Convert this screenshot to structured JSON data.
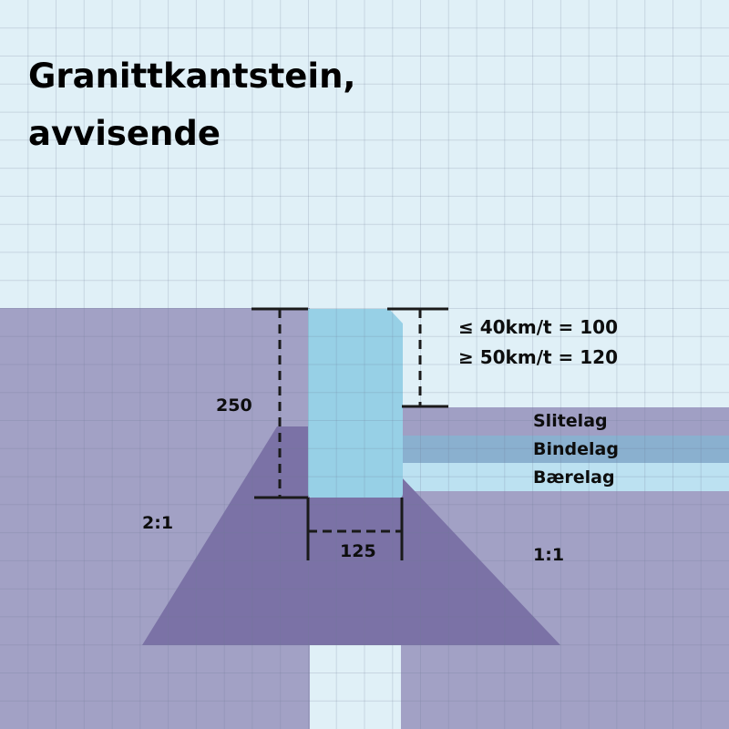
{
  "title": {
    "line1": "Granittkantstein,",
    "line2": "avvisende"
  },
  "dimensions": {
    "curb_height": "250",
    "curb_width": "125",
    "reveal_low_speed": "≤ 40km/t = 100",
    "reveal_high_speed": "≥ 50km/t = 120"
  },
  "slopes": {
    "left": "2:1",
    "right": "1:1"
  },
  "layers": [
    {
      "label": "Slitelag",
      "color": "#a09fc4"
    },
    {
      "label": "Bindelag",
      "color": "#8ab0cf"
    },
    {
      "label": "Bærelag",
      "color": "#bce1f1"
    }
  ],
  "colors": {
    "sky": "#e0f0f7",
    "ground": "#a2a1c5",
    "foundation": "#7b72a6",
    "curb": "#97d0e6",
    "grid": "#6f7a96",
    "dimension_line": "#1a1a1a"
  }
}
